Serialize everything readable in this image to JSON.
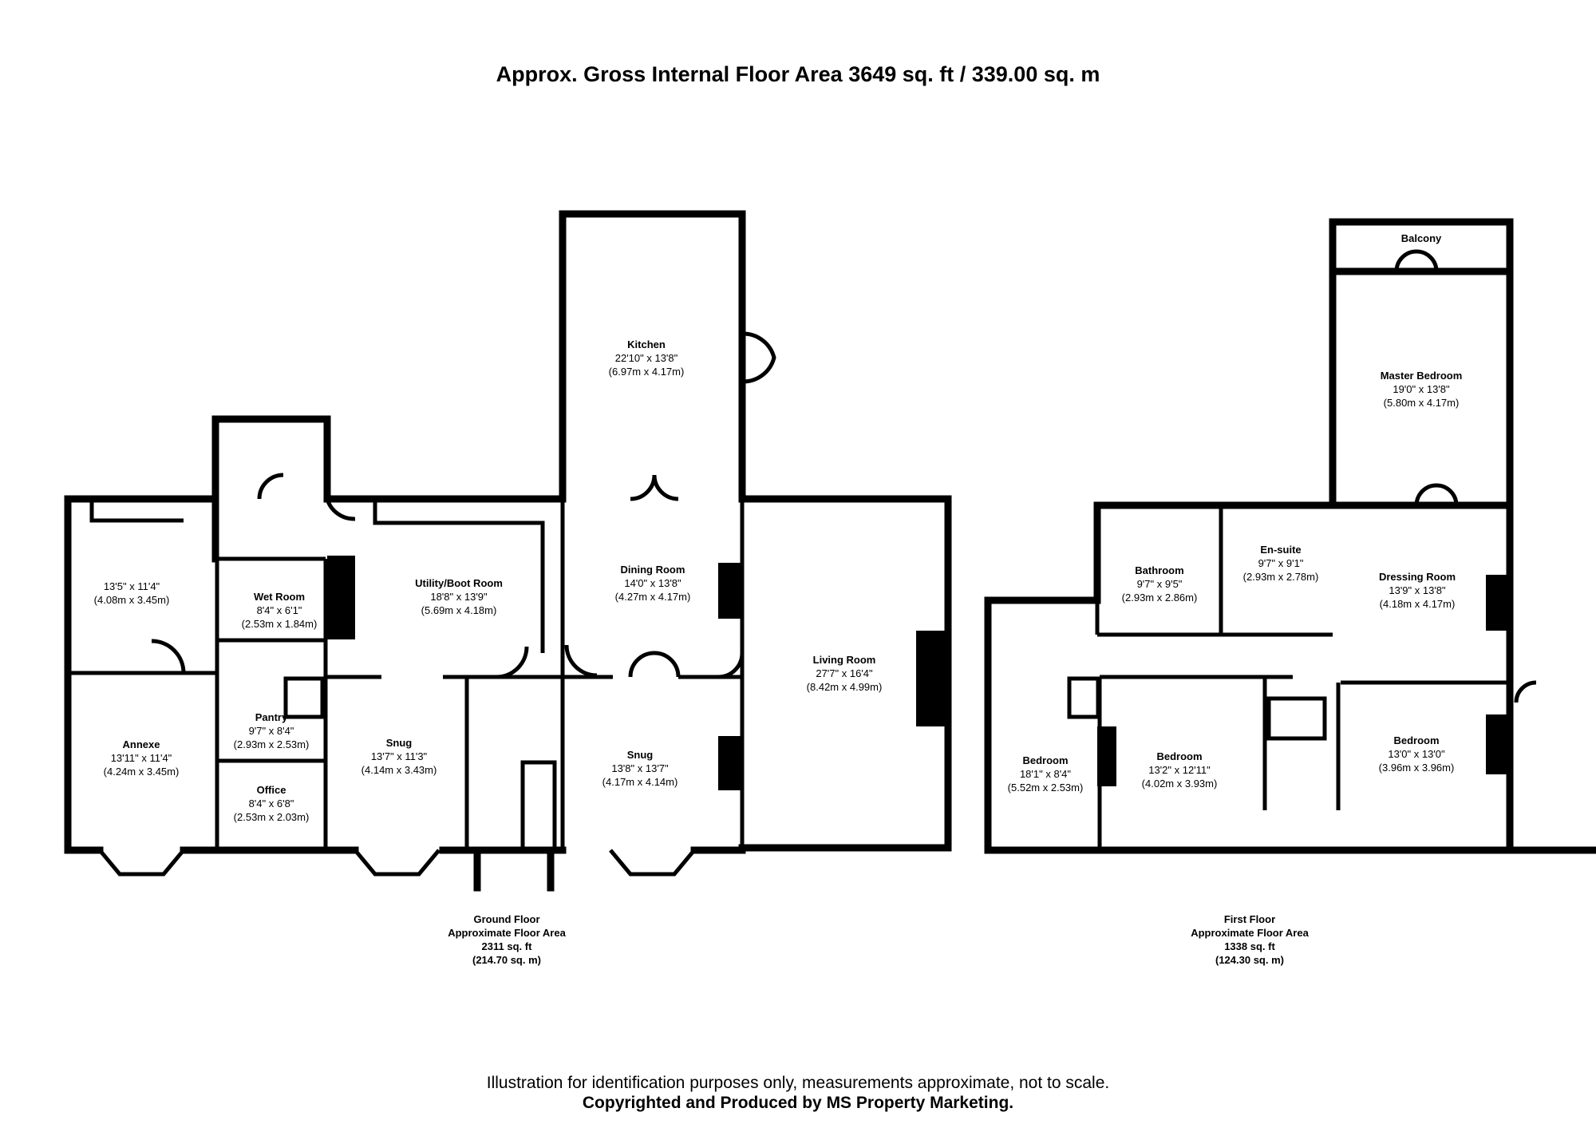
{
  "title": "Approx. Gross Internal Floor Area 3649 sq. ft / 339.00 sq. m",
  "rooms": {
    "kitchen": {
      "name": "Kitchen",
      "dim_imperial": "22'10\" x 13'8\"",
      "dim_metric": "(6.97m x 4.17m)"
    },
    "annexe_room": {
      "name": "",
      "dim_imperial": "13'5\" x 11'4\"",
      "dim_metric": "(4.08m x 3.45m)"
    },
    "wet_room": {
      "name": "Wet Room",
      "dim_imperial": "8'4\" x 6'1\"",
      "dim_metric": "(2.53m x 1.84m)"
    },
    "utility": {
      "name": "Utility/Boot Room",
      "dim_imperial": "18'8\" x 13'9\"",
      "dim_metric": "(5.69m x 4.18m)"
    },
    "dining": {
      "name": "Dining Room",
      "dim_imperial": "14'0\" x 13'8\"",
      "dim_metric": "(4.27m x 4.17m)"
    },
    "living": {
      "name": "Living Room",
      "dim_imperial": "27'7\" x 16'4\"",
      "dim_metric": "(8.42m x 4.99m)"
    },
    "annexe": {
      "name": "Annexe",
      "dim_imperial": "13'11\" x 11'4\"",
      "dim_metric": "(4.24m x 3.45m)"
    },
    "pantry": {
      "name": "Pantry",
      "dim_imperial": "9'7\" x 8'4\"",
      "dim_metric": "(2.93m x 2.53m)"
    },
    "snug1": {
      "name": "Snug",
      "dim_imperial": "13'7\" x 11'3\"",
      "dim_metric": "(4.14m x 3.43m)"
    },
    "snug2": {
      "name": "Snug",
      "dim_imperial": "13'8\" x 13'7\"",
      "dim_metric": "(4.17m x 4.14m)"
    },
    "office": {
      "name": "Office",
      "dim_imperial": "8'4\" x 6'8\"",
      "dim_metric": "(2.53m x 2.03m)"
    },
    "master": {
      "name": "Master Bedroom",
      "dim_imperial": "19'0\" x 13'8\"",
      "dim_metric": "(5.80m x 4.17m)"
    },
    "bathroom": {
      "name": "Bathroom",
      "dim_imperial": "9'7\" x 9'5\"",
      "dim_metric": "(2.93m x 2.86m)"
    },
    "ensuite": {
      "name": "En-suite",
      "dim_imperial": "9'7\" x 9'1\"",
      "dim_metric": "(2.93m x 2.78m)"
    },
    "dressing": {
      "name": "Dressing Room",
      "dim_imperial": "13'9\" x 13'8\"",
      "dim_metric": "(4.18m x 4.17m)"
    },
    "bed1": {
      "name": "Bedroom",
      "dim_imperial": "18'1\" x 8'4\"",
      "dim_metric": "(5.52m x 2.53m)"
    },
    "bed2": {
      "name": "Bedroom",
      "dim_imperial": "13'2\" x 12'11\"",
      "dim_metric": "(4.02m x 3.93m)"
    },
    "bed3": {
      "name": "Bedroom",
      "dim_imperial": "13'0\" x 13'0\"",
      "dim_metric": "(3.96m x 3.96m)"
    }
  },
  "balcony": "Balcony",
  "ground_floor": {
    "line1": "Ground Floor",
    "line2": "Approximate Floor Area",
    "line3": "2311 sq. ft",
    "line4": "(214.70 sq. m)"
  },
  "first_floor": {
    "line1": "First Floor",
    "line2": "Approximate Floor Area",
    "line3": "1338 sq. ft",
    "line4": "(124.30 sq. m)"
  },
  "footer": {
    "line1": "Illustration for identification purposes only, measurements approximate, not to scale.",
    "line2": "Copyrighted  and Produced by MS Property Marketing."
  }
}
